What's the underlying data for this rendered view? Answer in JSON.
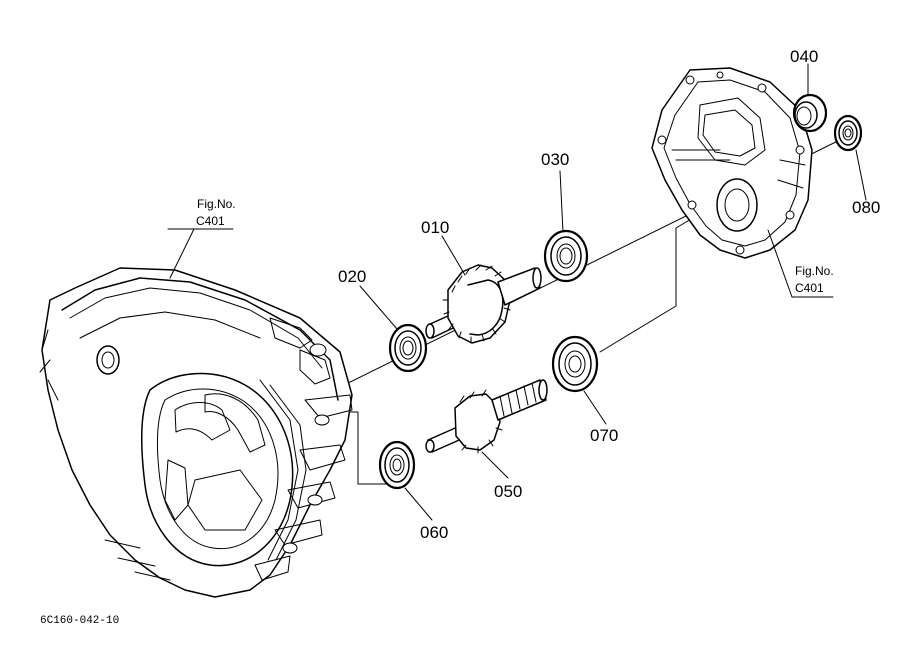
{
  "parts": {
    "p010": "010",
    "p020": "020",
    "p030": "030",
    "p040": "040",
    "p050": "050",
    "p060": "060",
    "p070": "070",
    "p080": "080"
  },
  "fig_refs": {
    "left": {
      "title": "Fig.No.",
      "number": "C401"
    },
    "right": {
      "title": "Fig.No.",
      "number": "C401"
    }
  },
  "drawing_code": "6C160-042-10"
}
